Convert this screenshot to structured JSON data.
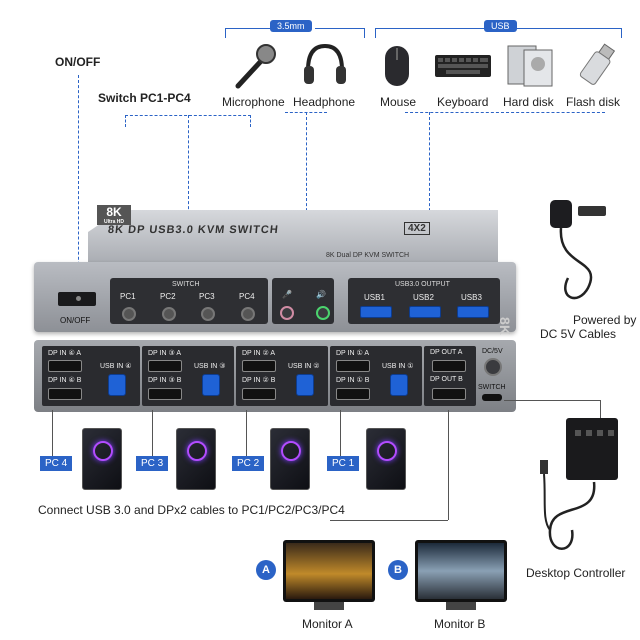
{
  "groups": {
    "audio": "3.5mm",
    "usb": "USB"
  },
  "devices": {
    "microphone": "Microphone",
    "headphone": "Headphone",
    "mouse": "Mouse",
    "keyboard": "Keyboard",
    "hard_disk": "Hard disk",
    "flash_disk": "Flash disk"
  },
  "callouts": {
    "on_off": "ON/OFF",
    "switch_pc": "Switch PC1-PC4",
    "powered_by": "Powered by",
    "dc_cables": "DC 5V Cables",
    "connect_note": "Connect USB 3.0 and DPx2 cables to PC1/PC2/PC3/PC4",
    "desktop_controller": "Desktop Controller",
    "monitor_a": "Monitor A",
    "monitor_b": "Monitor B",
    "letter_a": "A",
    "letter_b": "B"
  },
  "front": {
    "logo_top": "8K",
    "logo_sub": "Ultra HD",
    "title": "8K DP USB3.0 KVM SWITCH",
    "badge": "4X2",
    "subtitle": "8K Dual DP KVM SWITCH",
    "switch_group": "SWITCH",
    "pc_buttons": [
      "PC1",
      "PC2",
      "PC3",
      "PC4"
    ],
    "usb_group": "USB3.0 OUTPUT",
    "usb_ports": [
      "USB1",
      "USB2",
      "USB3"
    ],
    "power_label": "ON/OFF",
    "mic_symbol": "🎤",
    "spk_symbol": "🔊",
    "side_logo": "8K"
  },
  "back": {
    "pc4": {
      "dp_a": "DP IN ④ A",
      "dp_b": "DP IN ④ B",
      "usb": "USB IN ④"
    },
    "pc3": {
      "dp_a": "DP IN ③ A",
      "dp_b": "DP IN ③ B",
      "usb": "USB IN ③"
    },
    "pc2": {
      "dp_a": "DP IN ② A",
      "dp_b": "DP IN ② B",
      "usb": "USB IN ②"
    },
    "pc1": {
      "dp_a": "DP IN ① A",
      "dp_b": "DP IN ① B",
      "usb": "USB IN ①"
    },
    "dp_out_a": "DP OUT A",
    "dp_out_b": "DP OUT B",
    "dc": "DC/5V",
    "switch": "SWITCH"
  },
  "pcs": [
    "PC 4",
    "PC 3",
    "PC 2",
    "PC 1"
  ],
  "colors": {
    "accent": "#2b63c6",
    "usb_blue": "#1f62d6"
  }
}
